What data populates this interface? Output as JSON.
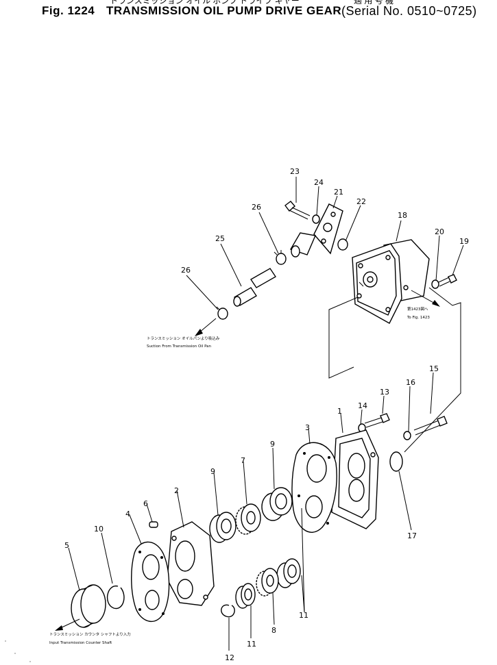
{
  "header": {
    "japanese_title": "トランスミッション オイル ポンプ ドライブ ギヤー",
    "japanese_serial": "適 用 号 機",
    "fig_label": "Fig. 1224",
    "title": "TRANSMISSION OIL PUMP DRIVE GEAR",
    "serial": "(Serial No. 0510~0725)"
  },
  "notes": {
    "suction_jp": "トランスミッション オイルパンより吸込み",
    "suction_en": "Suction From Transmission Oil Pan",
    "to_fig_jp": "第1423図へ",
    "to_fig_en": "To Fig. 1423",
    "input_jp": "トランスミッション カウンタ シャフトより入力",
    "input_en": "Input Transmission Counter Shaft"
  },
  "callouts": [
    "1",
    "2",
    "3",
    "4",
    "5",
    "6",
    "7",
    "8",
    "9",
    "9",
    "10",
    "11",
    "11",
    "12",
    "13",
    "14",
    "15",
    "16",
    "17",
    "18",
    "19",
    "20",
    "21",
    "22",
    "23",
    "24",
    "25",
    "26",
    "26"
  ]
}
